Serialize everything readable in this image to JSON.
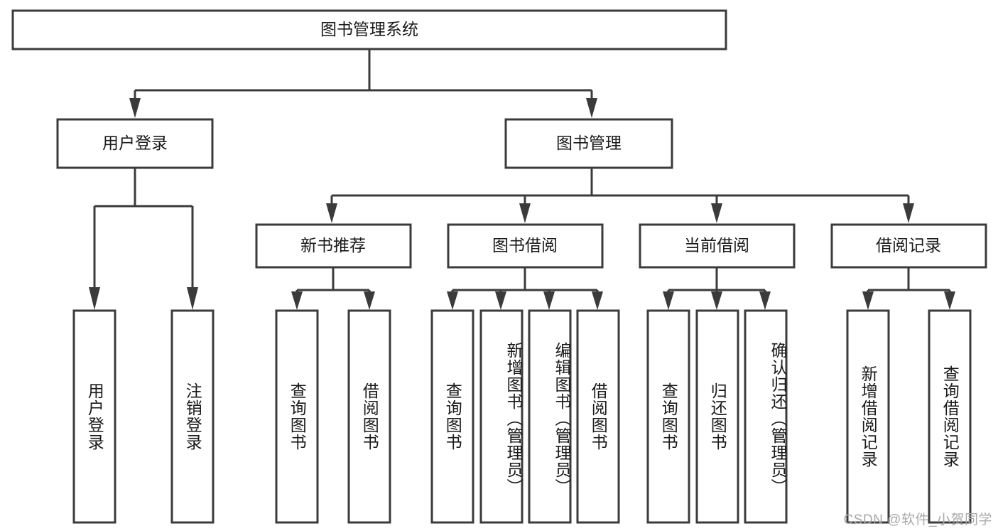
{
  "diagram": {
    "type": "tree-hierarchy",
    "title": "图书管理系统",
    "watermark": "CSDN @软件_小贺同学",
    "colors": {
      "box_stroke": "#3b3b3b",
      "box_fill": "#ffffff",
      "text": "#1a1a1a",
      "connector": "#3b3b3b",
      "watermark": "#a8a8a8",
      "background": "#ffffff"
    },
    "root": {
      "label": "图书管理系统",
      "level": 0
    },
    "level1": [
      {
        "label": "用户登录"
      },
      {
        "label": "图书管理"
      }
    ],
    "level2": [
      {
        "label": "新书推荐",
        "parent": "图书管理"
      },
      {
        "label": "图书借阅",
        "parent": "图书管理"
      },
      {
        "label": "当前借阅",
        "parent": "图书管理"
      },
      {
        "label": "借阅记录",
        "parent": "图书管理"
      }
    ],
    "leaves": {
      "用户登录": [
        {
          "label": "用户登录"
        },
        {
          "label": "注销登录"
        }
      ],
      "新书推荐": [
        {
          "label": "查询图书"
        },
        {
          "label": "借阅图书"
        }
      ],
      "图书借阅": [
        {
          "label": "查询图书"
        },
        {
          "label": "新增图书（管理员）"
        },
        {
          "label": "编辑图书（管理员）"
        },
        {
          "label": "借阅图书"
        }
      ],
      "当前借阅": [
        {
          "label": "查询图书"
        },
        {
          "label": "归还图书"
        },
        {
          "label": "确认归还（管理员）"
        }
      ],
      "借阅记录": [
        {
          "label": "新增借阅记录"
        },
        {
          "label": "查询借阅记录"
        }
      ]
    },
    "leaf_labels_flat": [
      "用户登录",
      "注销登录",
      "查询图书",
      "借阅图书",
      "查询图书",
      "新增图书（管理员）",
      "编辑图书（管理员）",
      "借阅图书",
      "查询图书",
      "归还图书",
      "确认归还（管理员）",
      "新增借阅记录",
      "查询借阅记录"
    ]
  }
}
